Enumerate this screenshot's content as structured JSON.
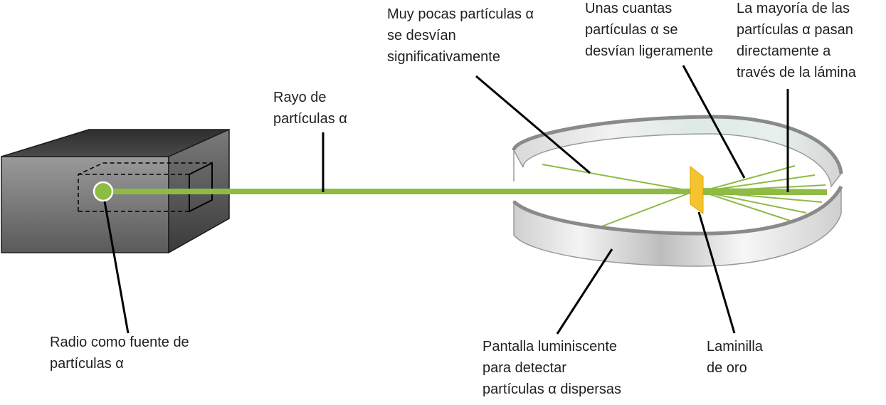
{
  "labels": {
    "few_deflect": [
      "Muy pocas partículas α",
      "se desvían",
      "significativamente"
    ],
    "slight_deflect": [
      "Unas cuantas",
      "partículas α  se",
      "desvían ligeramente"
    ],
    "most_pass": [
      "La mayoría de las",
      "partículas α pasan",
      "directamente a",
      "través de la lámina"
    ],
    "ray": [
      "Rayo de",
      "partículas α"
    ],
    "source": [
      "Radio como fuente de",
      "partículas α"
    ],
    "screen": [
      "Pantalla luminiscente",
      "para detectar",
      "partículas α dispersas"
    ],
    "foil": [
      "Laminilla",
      "de oro"
    ]
  },
  "colors": {
    "beam": "#8dbb44",
    "foil": "#f4c430",
    "box_dark": "#3a3a3a",
    "box_light": "#8a8a8a",
    "ring": "#c8c8c8",
    "leader": "#000000",
    "text": "#231f20"
  }
}
